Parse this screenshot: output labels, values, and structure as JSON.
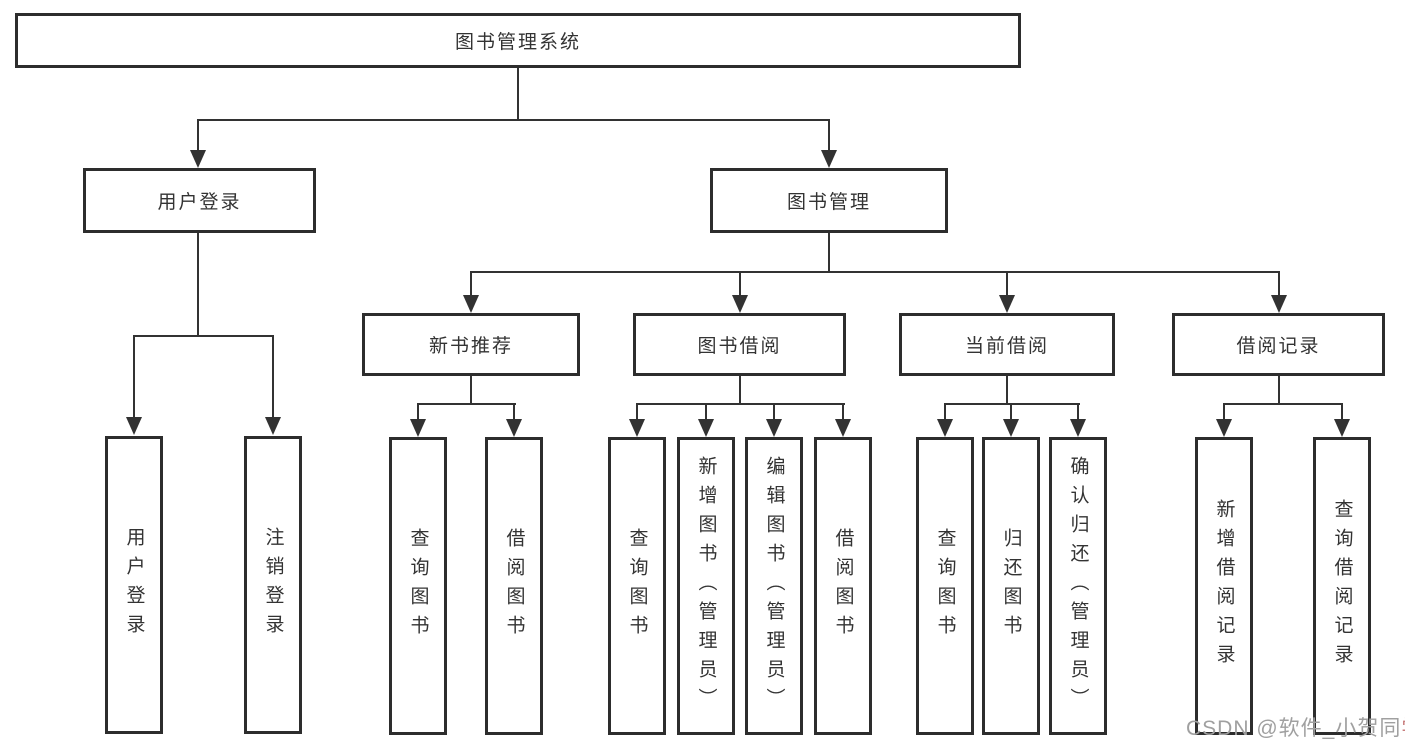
{
  "diagram": {
    "root": "图书管理系统",
    "level2": {
      "user_login": "用户登录",
      "book_management": "图书管理"
    },
    "user_login_children": [
      "用户登录",
      "注销登录"
    ],
    "modules": [
      "新书推荐",
      "图书借阅",
      "当前借阅",
      "借阅记录"
    ],
    "new_book_children": [
      "查询图书",
      "借阅图书"
    ],
    "book_borrow_children": [
      "查询图书",
      "新增图书（管理员）",
      "编辑图书（管理员）",
      "借阅图书"
    ],
    "current_borrow_children": [
      "查询图书",
      "归还图书",
      "确认归还（管理员）"
    ],
    "borrow_record_children": [
      "新增借阅记录",
      "查询借阅记录"
    ]
  },
  "watermark": {
    "prefix": "CSDN @软件_小贺同",
    "accent": "学"
  },
  "colors": {
    "border": "#2d2d2d",
    "line": "#323232",
    "text": "#333333",
    "background": "#ffffff",
    "watermark": "#a0a0a0"
  }
}
